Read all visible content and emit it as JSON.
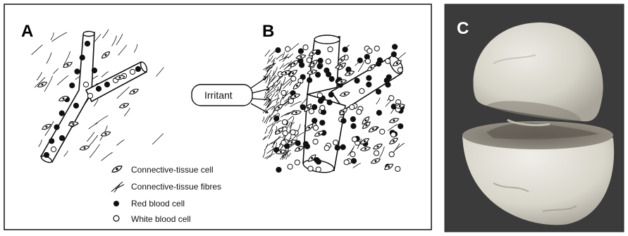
{
  "panels": {
    "a": {
      "letter": "A"
    },
    "b": {
      "letter": "B",
      "callout": "Irritant"
    },
    "c": {
      "letter": "C"
    }
  },
  "legend": {
    "items": [
      {
        "icon": "connective-tissue-cell-icon",
        "label": "Connective-tissue cell"
      },
      {
        "icon": "connective-tissue-fibres-icon",
        "label": "Connective-tissue fibres"
      },
      {
        "icon": "red-blood-cell-icon",
        "label": "Red blood cell"
      },
      {
        "icon": "white-blood-cell-icon",
        "label": "White blood cell"
      }
    ]
  },
  "colors": {
    "ink": "#111111",
    "photo_background": "#3b3b3b",
    "shell": "#dcd8cc"
  }
}
